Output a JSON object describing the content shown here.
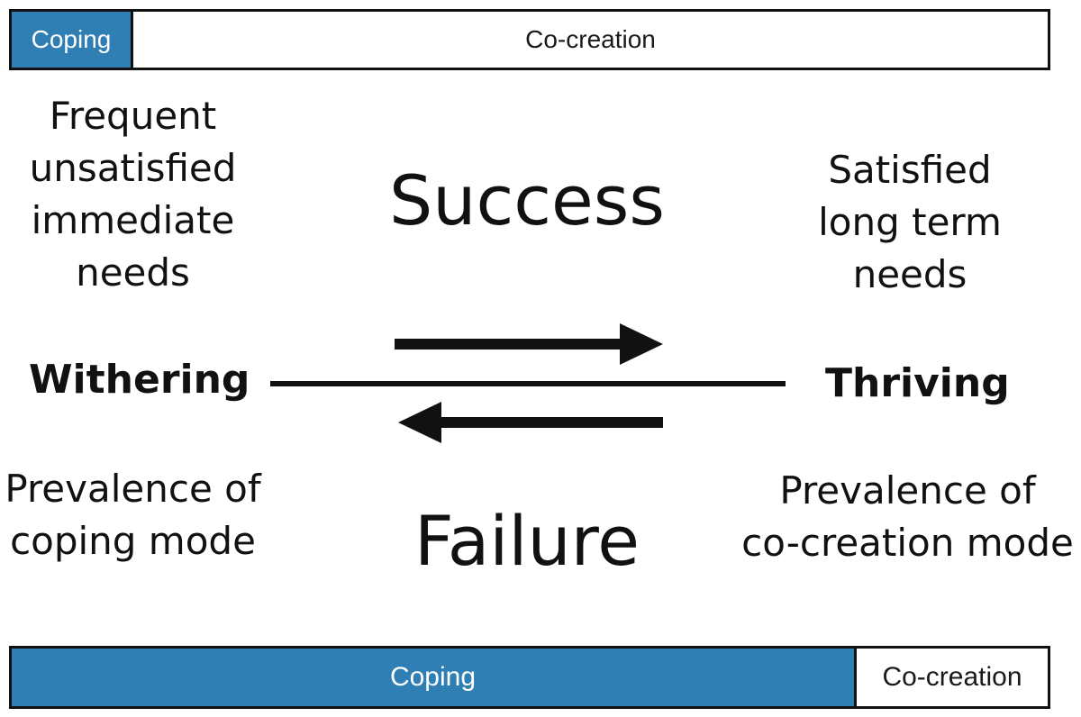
{
  "top_bar": {
    "coping": "Coping",
    "cocreation": "Co-creation"
  },
  "bottom_bar": {
    "coping": "Coping",
    "cocreation": "Co-creation"
  },
  "left_needs": [
    "Frequent",
    "unsatisfied",
    "immediate",
    "needs"
  ],
  "right_needs": [
    "Satisfied",
    "long term",
    "needs"
  ],
  "success": "Success",
  "failure": "Failure",
  "withering": "Withering",
  "thriving": "Thriving",
  "left_mode": [
    "Prevalence of",
    "coping mode"
  ],
  "right_mode": [
    "Prevalence of",
    "co-creation mode"
  ],
  "colors": {
    "coping": "#2f7fb4",
    "cocreation": "#ffffff",
    "ink": "#111111"
  }
}
